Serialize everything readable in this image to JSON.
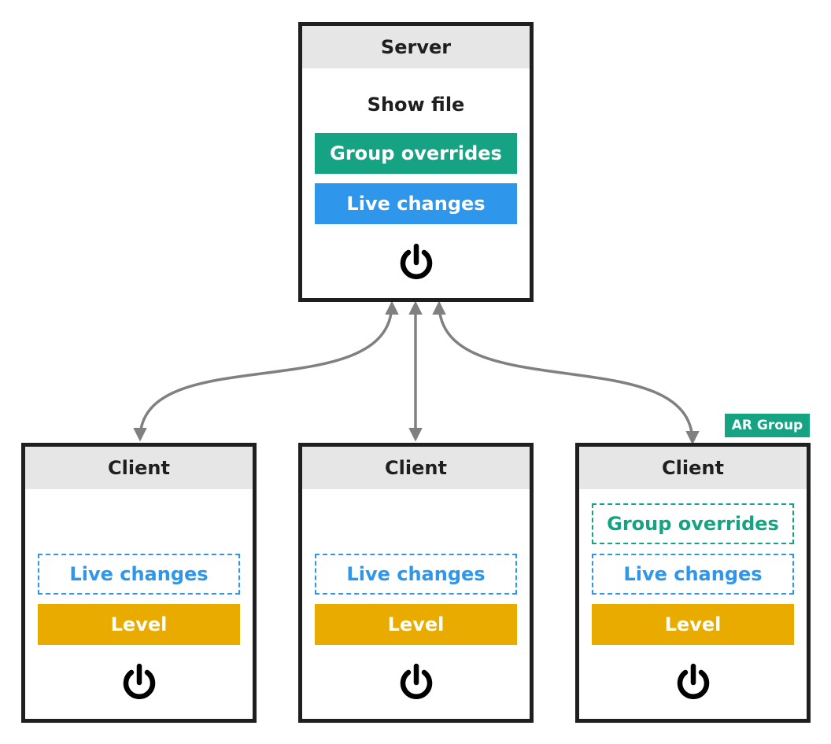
{
  "server": {
    "title": "Server",
    "show_file": "Show file",
    "group_overrides": "Group overrides",
    "live_changes": "Live changes",
    "power_icon": "power-icon"
  },
  "clients": [
    {
      "title": "Client",
      "live_changes": "Live changes",
      "level": "Level",
      "power_icon": "power-icon"
    },
    {
      "title": "Client",
      "live_changes": "Live changes",
      "level": "Level",
      "power_icon": "power-icon"
    },
    {
      "title": "Client",
      "group_overrides": "Group overrides",
      "live_changes": "Live changes",
      "level": "Level",
      "power_icon": "power-icon",
      "badge": "AR Group"
    }
  ],
  "colors": {
    "group_overrides": "#16a384",
    "live_changes": "#2e97ec",
    "level": "#eaab00",
    "header": "#e6e6e6",
    "border": "#1f1f1f",
    "connector": "#808080"
  }
}
